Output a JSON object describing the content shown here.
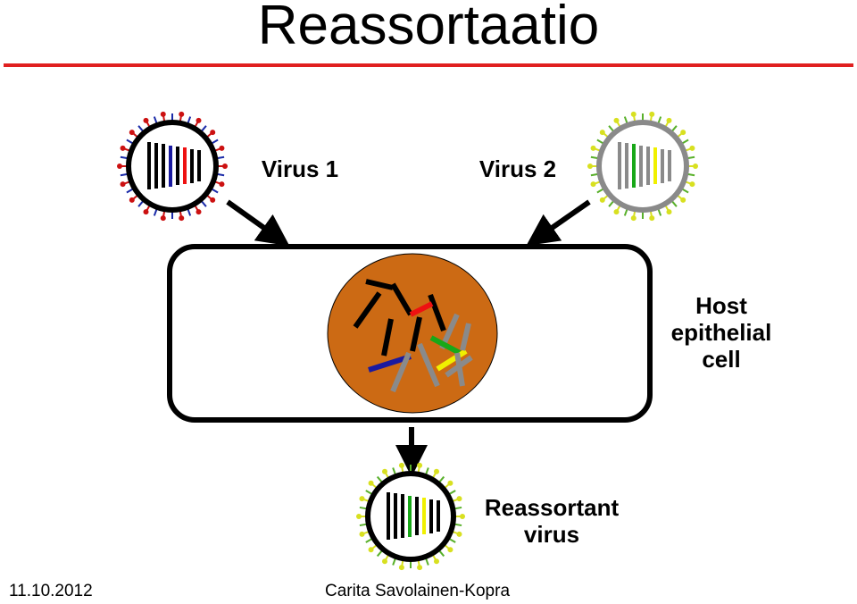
{
  "slide": {
    "title": "Reassortaatio",
    "virus1_label": "Virus 1",
    "virus2_label": "Virus 2",
    "host_label": [
      "Host",
      "epithelial",
      "cell"
    ],
    "reassortant_label": [
      "Reassortant",
      "virus"
    ],
    "footer_date": "11.10.2012",
    "footer_author": "Carita Savolainen-Kopra"
  },
  "colors": {
    "title_rule": "#e02020",
    "nucleus": "#cc6a14",
    "virus1_spikes": [
      "#cc1111",
      "#1a2aa8"
    ],
    "virus2_spikes": [
      "#d8e020",
      "#58b02a"
    ],
    "segment_black": "#000000",
    "segment_red": "#ee1111",
    "segment_blue": "#1a1aa0",
    "segment_grey": "#8a8a8a",
    "segment_green": "#18a818",
    "segment_yellow": "#f0f000"
  }
}
